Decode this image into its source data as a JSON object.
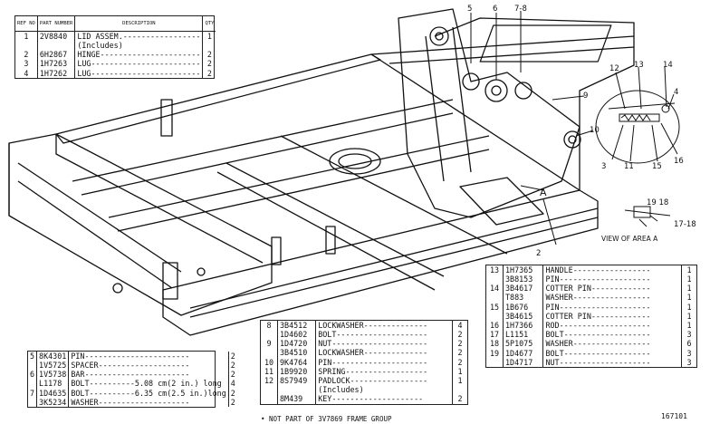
{
  "callouts": [
    "5",
    "6",
    "7-8",
    "9",
    "10",
    "12",
    "13",
    "14",
    "4",
    "3",
    "11",
    "15",
    "16",
    "2",
    "A",
    "19 18",
    "17-18"
  ],
  "view_label": "VIEW OF AREA A",
  "figure_id": "167101",
  "footnote": "• NOT PART OF 3V7869 FRAME GROUP",
  "table_main": {
    "headers": {
      "ref": "REF NO",
      "part": "PART NUMBER",
      "desc": "DESCRIPTION",
      "qty": "QTY"
    },
    "rows": [
      {
        "ref": "1",
        "part": "2V8840",
        "desc": "LID ASSEM.-----------------",
        "qty": "1"
      },
      {
        "ref": "",
        "part": "",
        "desc": "(Includes)",
        "qty": ""
      },
      {
        "ref": "2",
        "part": "6H2867",
        "desc": "HINGE----------------------",
        "qty": "2"
      },
      {
        "ref": "3",
        "part": "1H7263",
        "desc": "LUG------------------------",
        "qty": "2"
      },
      {
        "ref": "4",
        "part": "1H7262",
        "desc": "LUG------------------------",
        "qty": "2"
      }
    ]
  },
  "table_left": {
    "rows": [
      {
        "ref": "5",
        "part": "8K4301",
        "desc": "PIN-----------------------",
        "qty": "2"
      },
      {
        "ref": "",
        "part": "1V5725",
        "desc": "SPACER--------------------",
        "qty": "2"
      },
      {
        "ref": "6",
        "part": "1V5738",
        "desc": "BAR-----------------------",
        "qty": "2"
      },
      {
        "ref": "",
        "part": "L1178",
        "desc": "BOLT----------5.08 cm(2 in.) long",
        "qty": "4"
      },
      {
        "ref": "7",
        "part": "1D4635",
        "desc": "BOLT----------6.35 cm(2.5 in.)long",
        "qty": "2"
      },
      {
        "ref": "",
        "part": "3K5234",
        "desc": "WASHER--------------------",
        "qty": "2"
      }
    ]
  },
  "table_mid": {
    "rows": [
      {
        "ref": "8",
        "part": "3B4512",
        "desc": "LOCKWASHER--------------",
        "qty": "4"
      },
      {
        "ref": "",
        "part": "1D4602",
        "desc": "BOLT--------------------",
        "qty": "2"
      },
      {
        "ref": "9",
        "part": "1D4720",
        "desc": "NUT---------------------",
        "qty": "2"
      },
      {
        "ref": "",
        "part": "3B4510",
        "desc": "LOCKWASHER--------------",
        "qty": "2"
      },
      {
        "ref": "10",
        "part": "9K4764",
        "desc": "PIN---------------------",
        "qty": "2"
      },
      {
        "ref": "11",
        "part": "1B9920",
        "desc": "SPRING------------------",
        "qty": "1"
      },
      {
        "ref": "12",
        "part": "8S7949",
        "desc": "PADLOCK-----------------",
        "qty": "1"
      },
      {
        "ref": "",
        "part": "",
        "desc": "(Includes)",
        "qty": ""
      },
      {
        "ref": "",
        "part": "8M439",
        "desc": "KEY--------------------",
        "qty": "2"
      }
    ]
  },
  "table_right": {
    "rows": [
      {
        "ref": "13",
        "part": "1H7365",
        "desc": "HANDLE-----------------",
        "qty": "1"
      },
      {
        "ref": "",
        "part": "3B8153",
        "desc": "PIN--------------------",
        "qty": "1"
      },
      {
        "ref": "14",
        "part": "3B4617",
        "desc": "COTTER PIN-------------",
        "qty": "1"
      },
      {
        "ref": "",
        "part": "T883",
        "desc": "WASHER-----------------",
        "qty": "1"
      },
      {
        "ref": "15",
        "part": "1B676",
        "desc": "PIN--------------------",
        "qty": "1"
      },
      {
        "ref": "",
        "part": "3B4615",
        "desc": "COTTER PIN-------------",
        "qty": "1"
      },
      {
        "ref": "16",
        "part": "1H7366",
        "desc": "ROD--------------------",
        "qty": "1"
      },
      {
        "ref": "17",
        "part": "L1151",
        "desc": "BOLT-------------------",
        "qty": "3"
      },
      {
        "ref": "18",
        "part": "5P1075",
        "desc": "WASHER-----------------",
        "qty": "6"
      },
      {
        "ref": "19",
        "part": "1D4677",
        "desc": "BOLT-------------------",
        "qty": "3"
      },
      {
        "ref": "",
        "part": "1D4717",
        "desc": "NUT--------------------",
        "qty": "3"
      }
    ]
  }
}
